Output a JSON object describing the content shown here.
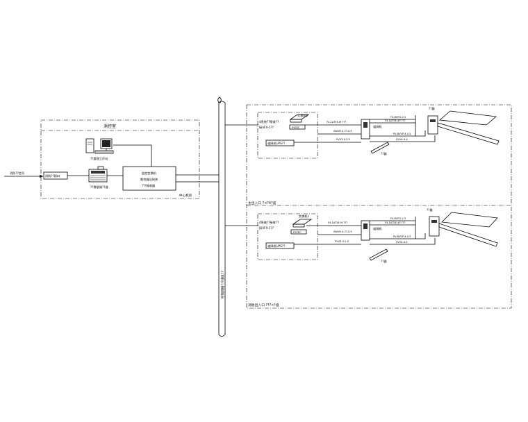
{
  "left_panel": {
    "room_title": "消控室",
    "input_signal": "消防??信号",
    "interface": "消防??接口",
    "workstation": "??管理工作站",
    "server": "??数据服??器",
    "central_unit": [
      "监控交换机",
      "数控器及网关",
      "???接收器"
    ],
    "machine_room": "中心机房"
  },
  "bus_label": "控制网络???接收??",
  "bottom_section_title": "消防出入口 ???<?道",
  "main_section_title": "主出入口 ?<?4?道",
  "lane_common": {
    "switch": "交换机L",
    "switch_device": "PYZEC",
    "cabinet_line1": "4系统??接收??",
    "cabinet_line2": "接AFX-C??",
    "ups": "道闸机UPS??",
    "cable_top": "F4-1AT5E-M  ???",
    "cable_mid": "SWVH-4-??-0.5",
    "cable_low": "PVV3-4-2.5",
    "cable_r1": "F4-BVFG-2.5",
    "cable_r2": "F4-1AT5E-4P  ???",
    "cable_r3": "PV-BVVP-4-0.5",
    "cable_r4": "SVV4-4-4",
    "post": "道闸机",
    "loop": "??器",
    "barrier": "??器"
  },
  "colors": {
    "line": "#000000",
    "background": "#ffffff"
  }
}
